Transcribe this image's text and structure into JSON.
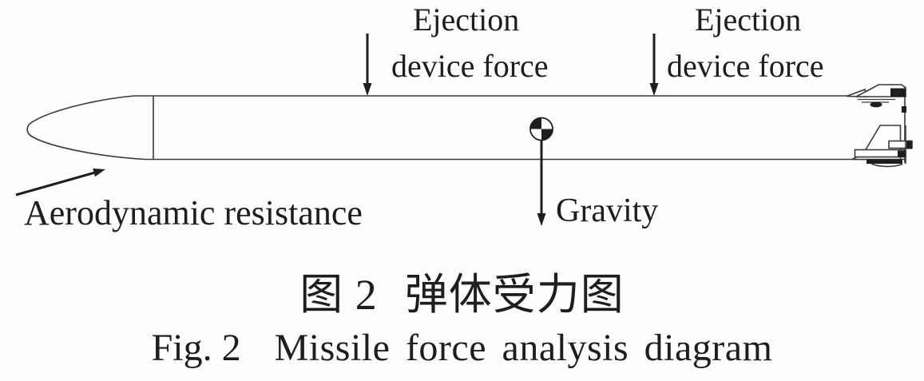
{
  "figure_title": "Missile force analysis diagram",
  "labels": {
    "ejection_left": {
      "line1": "Ejection",
      "line2": "device force"
    },
    "ejection_right": {
      "line1": "Ejection",
      "line2": "device force"
    },
    "gravity": "Gravity",
    "aerodynamic": "Aerodynamic resistance"
  },
  "captions": {
    "cn_prefix": "图 2",
    "cn_title": "弹体受力图",
    "en_prefix": "Fig. 2",
    "en_title": "Missile force analysis diagram"
  },
  "icons": {
    "center_of_gravity": "center-of-gravity-symbol",
    "ejection_arrows": "down-arrow-icon",
    "gravity_arrow": "down-arrow-icon",
    "aero_arrow": "up-right-arrow-icon"
  },
  "colors": {
    "ink": "#1e1e1e",
    "line": "#3a3a3a",
    "bg": "#fdfdfd"
  }
}
